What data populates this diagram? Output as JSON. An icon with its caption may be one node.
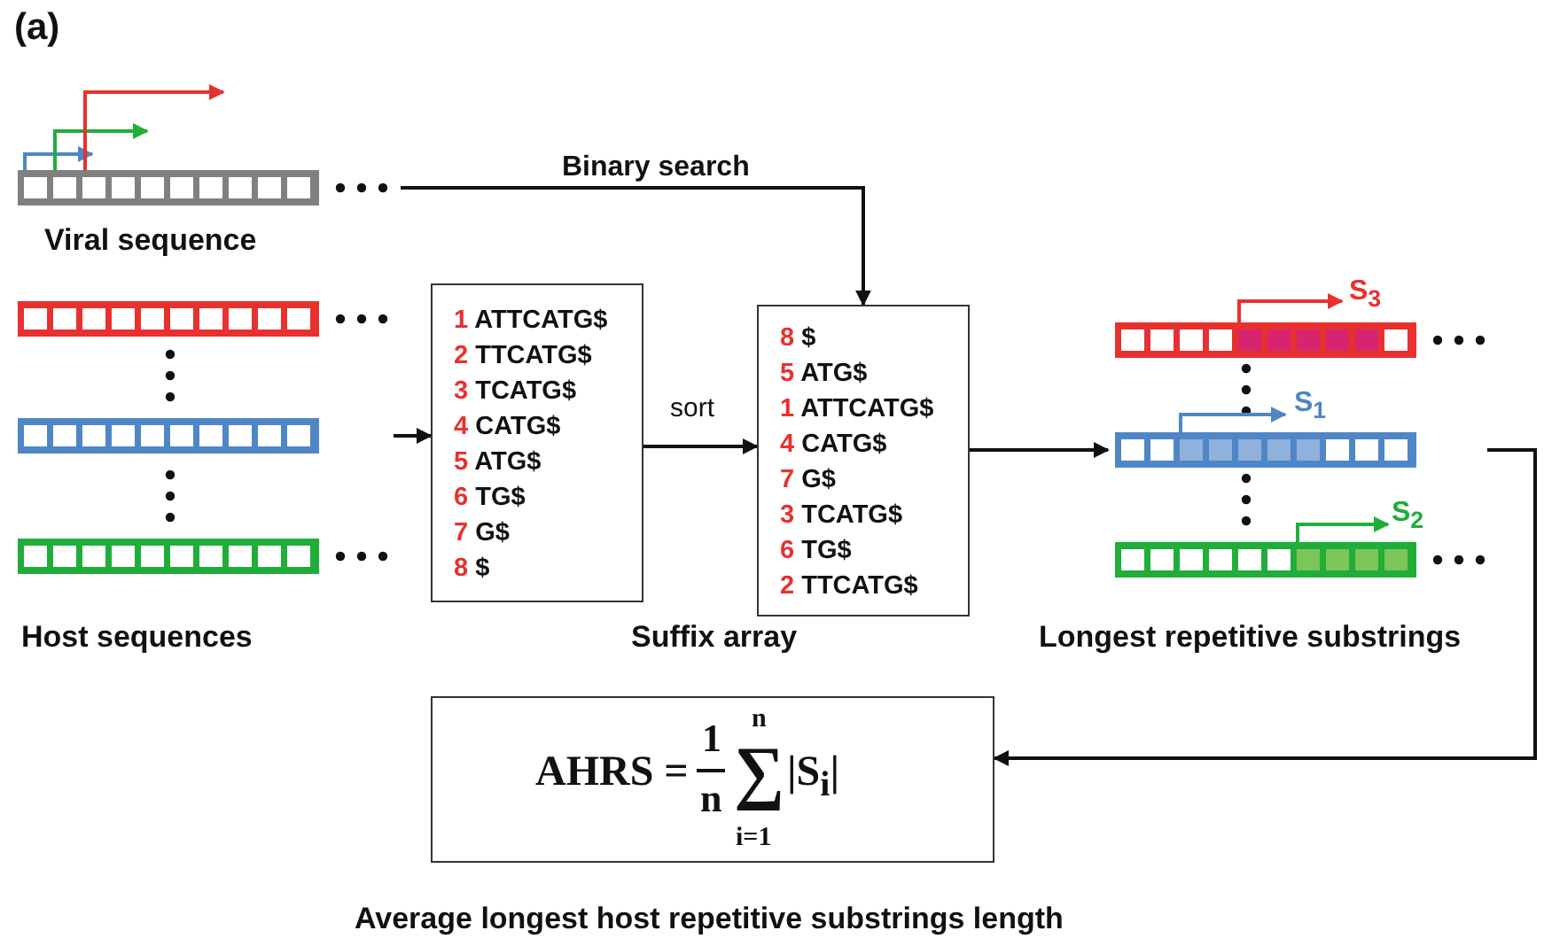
{
  "diagram": {
    "nodes": [
      {
        "text": [],
        "shape": "picture",
        "beside": [
          "Viral sequence"
        ]
      },
      {
        "text": [],
        "shape": "picture",
        "beside": [
          "Host sequences"
        ]
      },
      {
        "text": [
          "1 ATTCATG$",
          "2 TTCATG$",
          "3 TCATG$",
          "4 CATG$",
          "5 ATG$",
          "6 TG$",
          "7 G$",
          "8 $"
        ]
      },
      {
        "text": [
          "8 $",
          "5 ATG$",
          "1 ATTCATG$",
          "4 CATG$",
          "7 G$",
          "3 TCATG$",
          "6 TG$",
          "2 TTCATG$"
        ]
      },
      {
        "text": [
          "S$_{3}$",
          "S$_{1}$",
          "S$_{2}$"
        ],
        "beside": [
          "Longest repetitive substrings"
        ]
      },
      {
        "text": [
          "AHRS =",
          "1",
          "n",
          "n",
          "∑",
          "i=1",
          "|S$_{i}$|"
        ],
        "beside": [
          "Average longest host repetitive substrings length"
        ]
      }
    ],
    "edges": [
      {
        "from": 1,
        "to": 2,
        "arrow": "to"
      },
      {
        "from": 2,
        "to": 3,
        "arrow": "to",
        "label": "sort"
      },
      {
        "from": 0,
        "to": 3,
        "arrow": "to",
        "label": "Binary search"
      },
      {
        "from": 3,
        "to": 4,
        "arrow": "to"
      },
      {
        "from": 4,
        "to": 5,
        "arrow": "to"
      }
    ],
    "labels": [
      "(a)",
      "Suffix array"
    ]
  }
}
